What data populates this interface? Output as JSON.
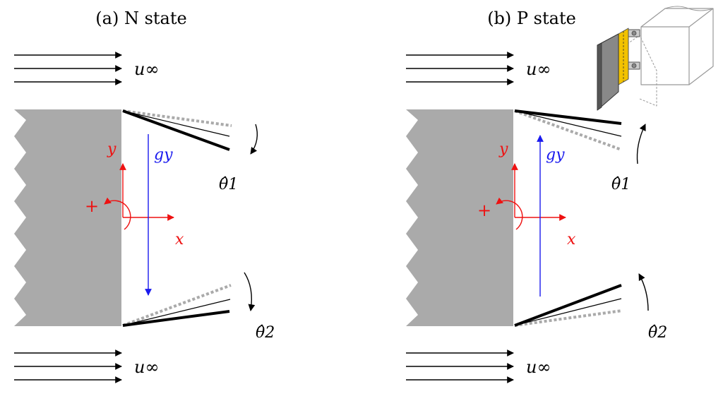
{
  "panels": [
    {
      "title": "(a) N state",
      "flow_label": "u∞",
      "axis_x": "x",
      "axis_y": "y",
      "gravity_label": "gy",
      "sign_label": "+",
      "theta1_label": "θ̂1",
      "theta2_label": "θ̂2",
      "gravity_direction": "down",
      "rotation": "clockwise"
    },
    {
      "title": "(b) P state",
      "flow_label": "u∞",
      "axis_x": "x",
      "axis_y": "y",
      "gravity_label": "gy",
      "sign_label": "+",
      "theta1_label": "θ̂1",
      "theta2_label": "θ̂2",
      "gravity_direction": "up",
      "rotation": "counter-clockwise"
    }
  ],
  "colors": {
    "body": "#aaaaaa",
    "axes": "#ee1111",
    "gravity": "#1a1aee",
    "plate": "#000000",
    "dotted": "#aaaaaa",
    "inset_highlight": "#f2c200"
  }
}
